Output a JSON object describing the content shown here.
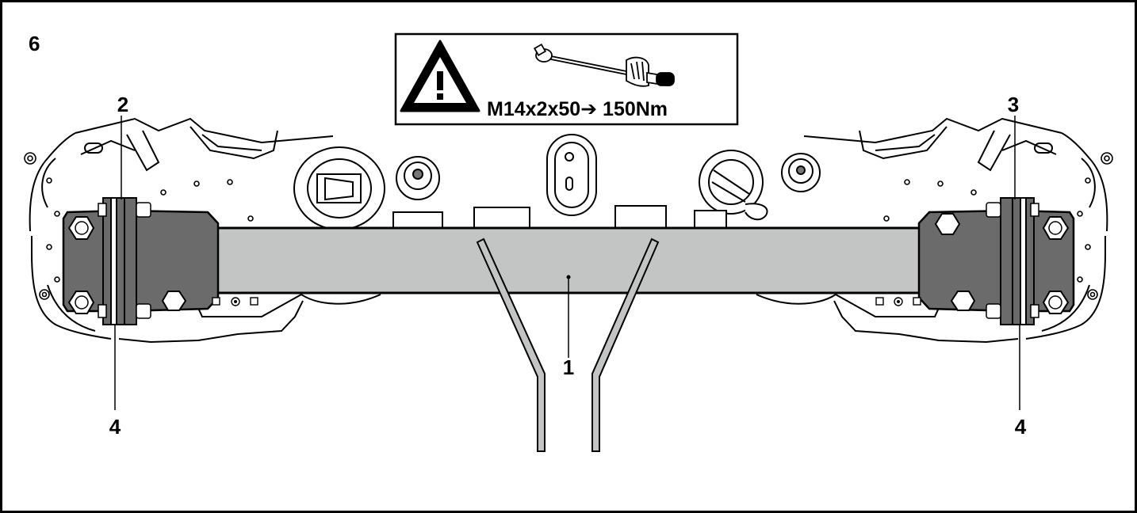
{
  "figure": {
    "number": "6",
    "callouts": [
      {
        "id": "1",
        "text": "1"
      },
      {
        "id": "2",
        "text": "2"
      },
      {
        "id": "3",
        "text": "3"
      },
      {
        "id": "4a",
        "text": "4"
      },
      {
        "id": "4b",
        "text": "4"
      }
    ],
    "warning_box": {
      "text": "M14x2x50➔ 150Nm",
      "icons": [
        "warning-triangle-icon",
        "torque-wrench-icon"
      ]
    }
  },
  "colors": {
    "beam_fill": "#c3c4c4",
    "plate_fill": "#6b6b6b",
    "line": "#000000",
    "background": "#ffffff"
  }
}
